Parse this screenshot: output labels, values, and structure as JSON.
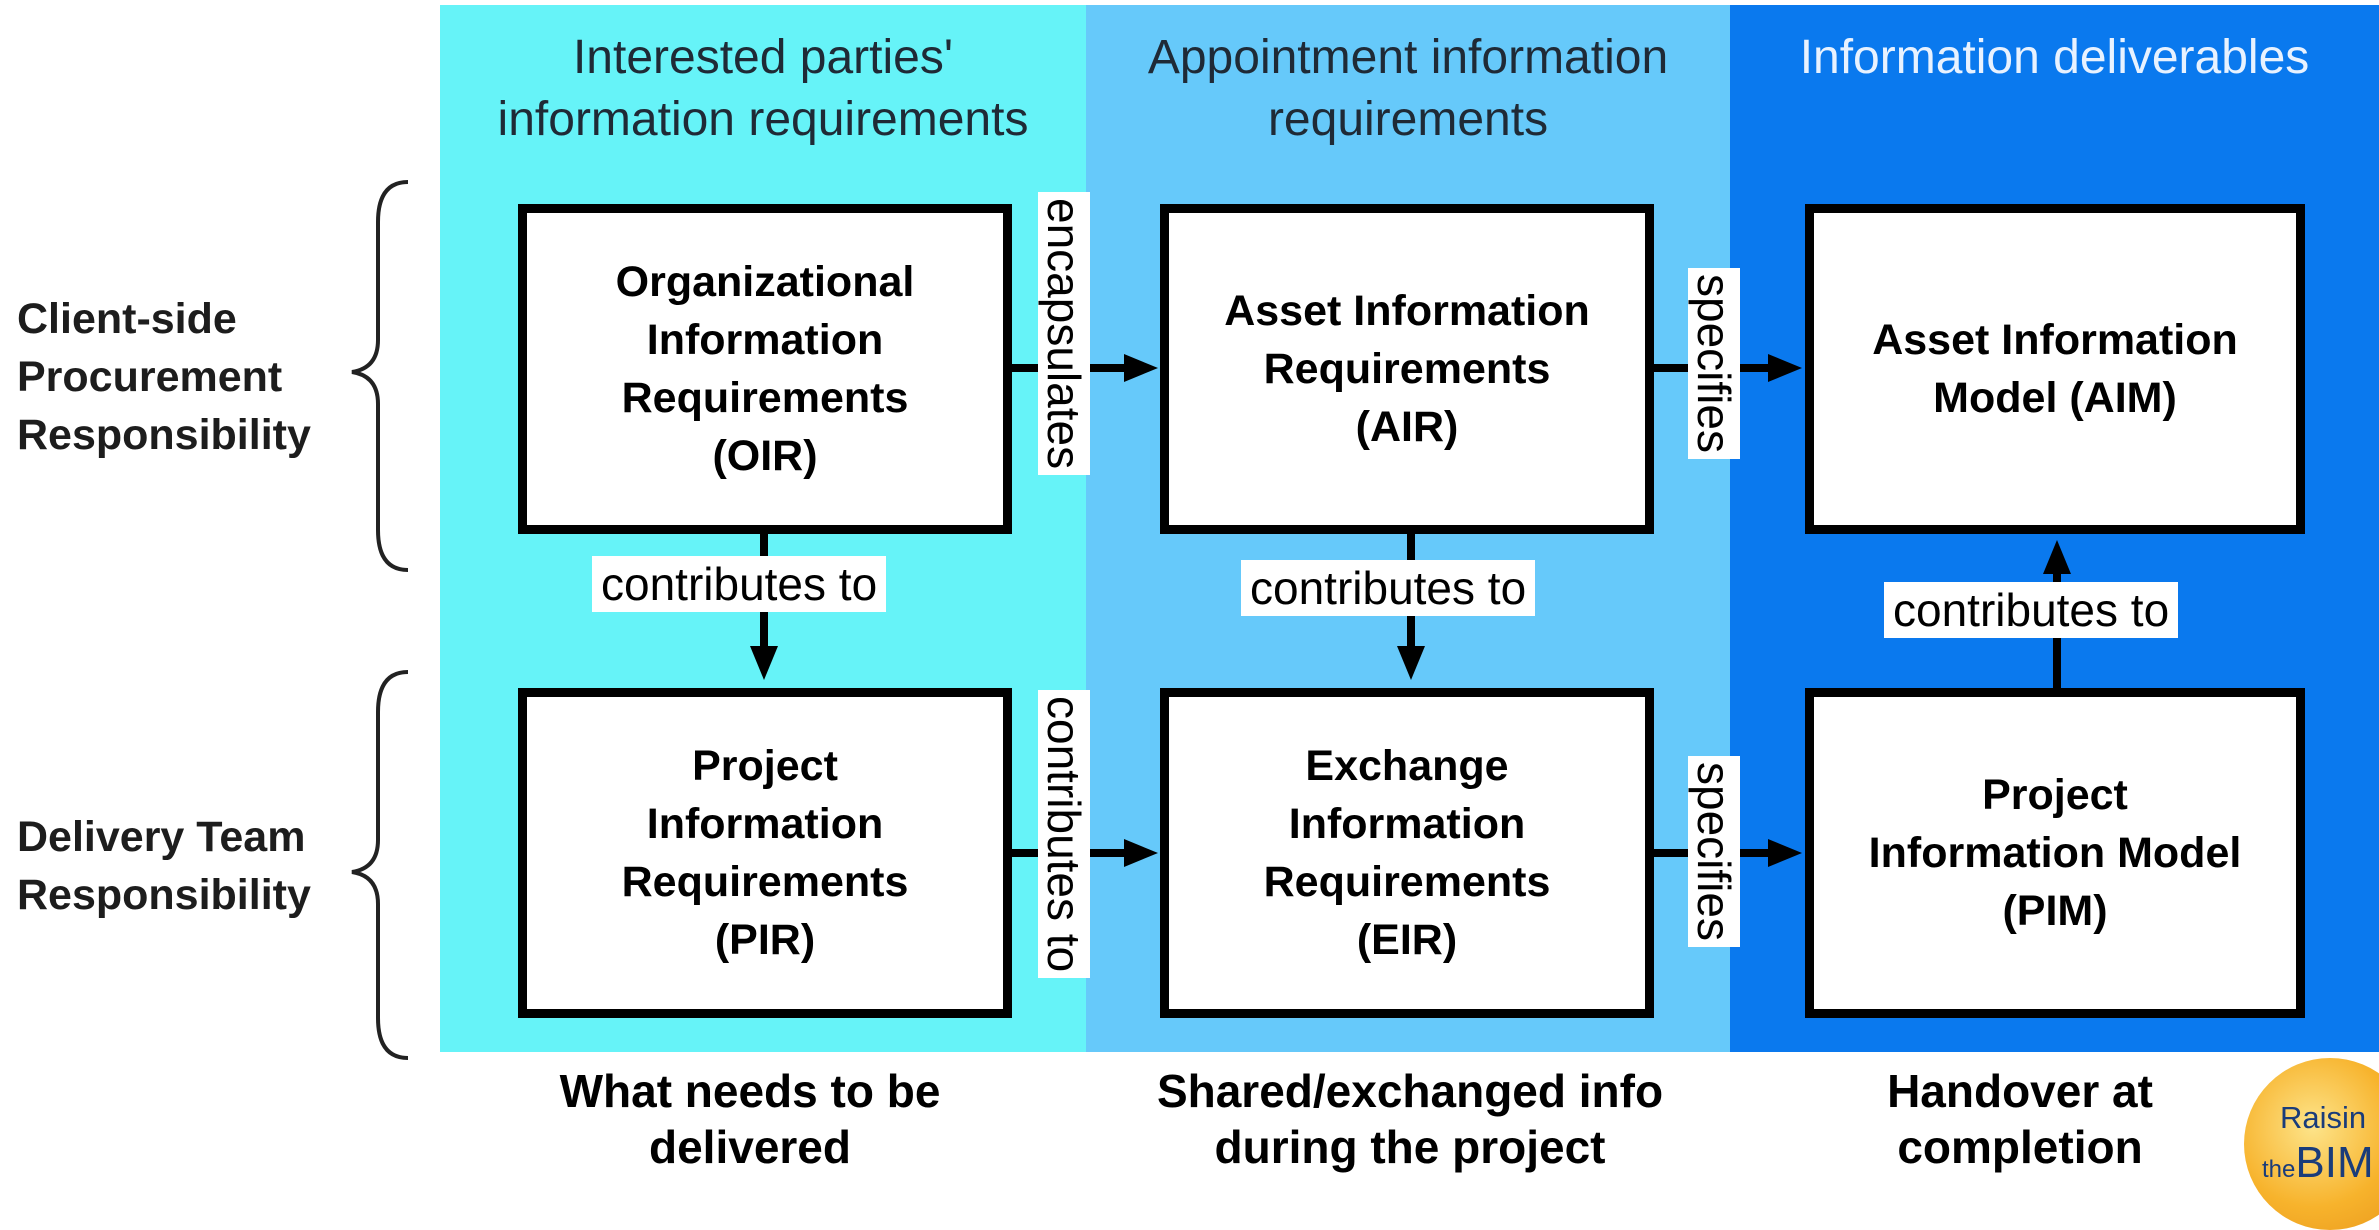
{
  "columns": {
    "interested": "Interested parties'\ninformation requirements",
    "appointment": "Appointment information\nrequirements",
    "deliverables": "Information deliverables"
  },
  "rows": {
    "client": "Client-side\nProcurement\nResponsibility",
    "delivery": "Delivery Team\nResponsibility"
  },
  "boxes": {
    "oir": "Organizational\nInformation\nRequirements\n(OIR)",
    "air": "Asset Information\nRequirements\n(AIR)",
    "aim": "Asset Information\nModel (AIM)",
    "pir": "Project\nInformation\nRequirements\n(PIR)",
    "eir": "Exchange\nInformation\nRequirements\n(EIR)",
    "pim": "Project\nInformation Model\n(PIM)"
  },
  "connectors": {
    "oir_air": "encapsulates",
    "air_aim": "specifies",
    "oir_pir": "contributes to",
    "air_eir": "contributes to",
    "pim_aim": "contributes to",
    "pir_eir": "contributes to",
    "eir_pim": "specifies"
  },
  "footer": {
    "col1": "What needs to be\ndelivered",
    "col2": "Shared/exchanged info\nduring the project",
    "col3": "Handover at\ncompletion"
  },
  "logo": {
    "line1": "Raisin",
    "line2_small": "the",
    "line2": "BIM"
  }
}
